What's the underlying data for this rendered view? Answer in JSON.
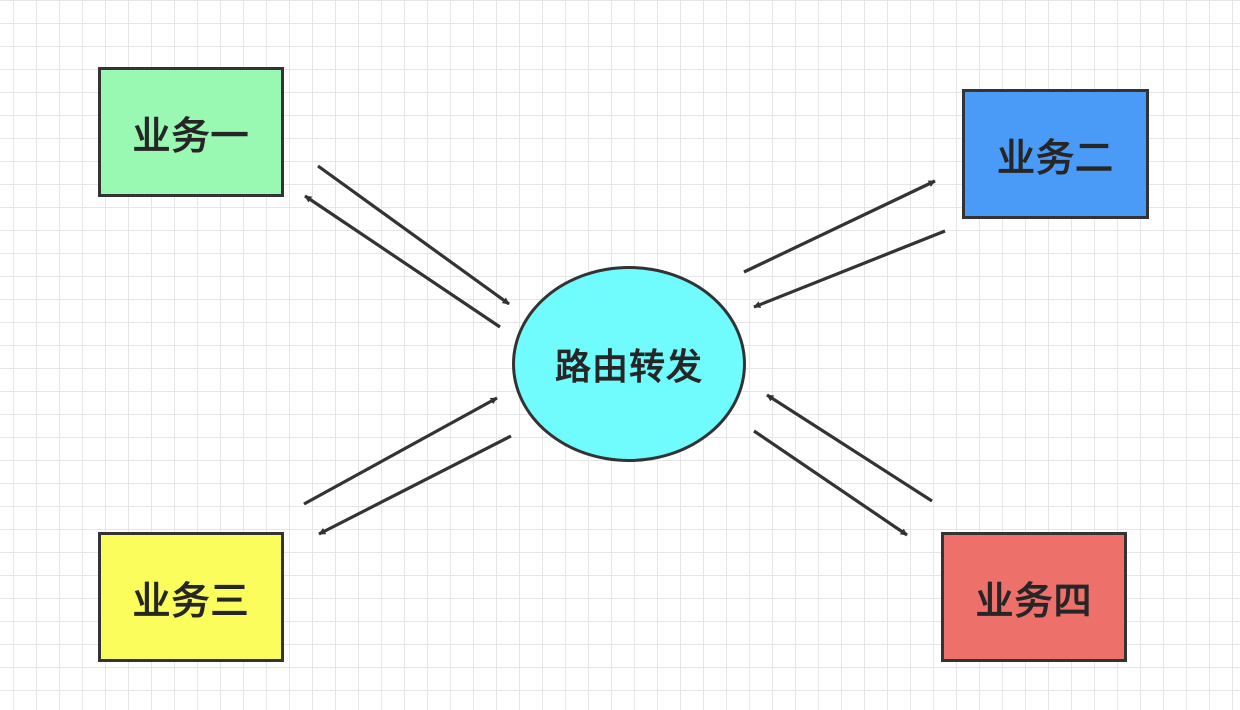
{
  "nodes": {
    "service1": {
      "label": "业务一",
      "color": "#99f9b2"
    },
    "service2": {
      "label": "业务二",
      "color": "#4a9bf7"
    },
    "service3": {
      "label": "业务三",
      "color": "#fbfd5c"
    },
    "service4": {
      "label": "业务四",
      "color": "#ee706b"
    },
    "router": {
      "label": "路由转发",
      "color": "#70fbfd"
    }
  },
  "edges": [
    {
      "from": "service1",
      "to": "router"
    },
    {
      "from": "router",
      "to": "service1"
    },
    {
      "from": "router",
      "to": "service2"
    },
    {
      "from": "service2",
      "to": "router"
    },
    {
      "from": "service3",
      "to": "router"
    },
    {
      "from": "router",
      "to": "service3"
    },
    {
      "from": "router",
      "to": "service4"
    },
    {
      "from": "service4",
      "to": "router"
    }
  ],
  "style": {
    "edge_color": "#333333",
    "border_color": "#333333"
  }
}
